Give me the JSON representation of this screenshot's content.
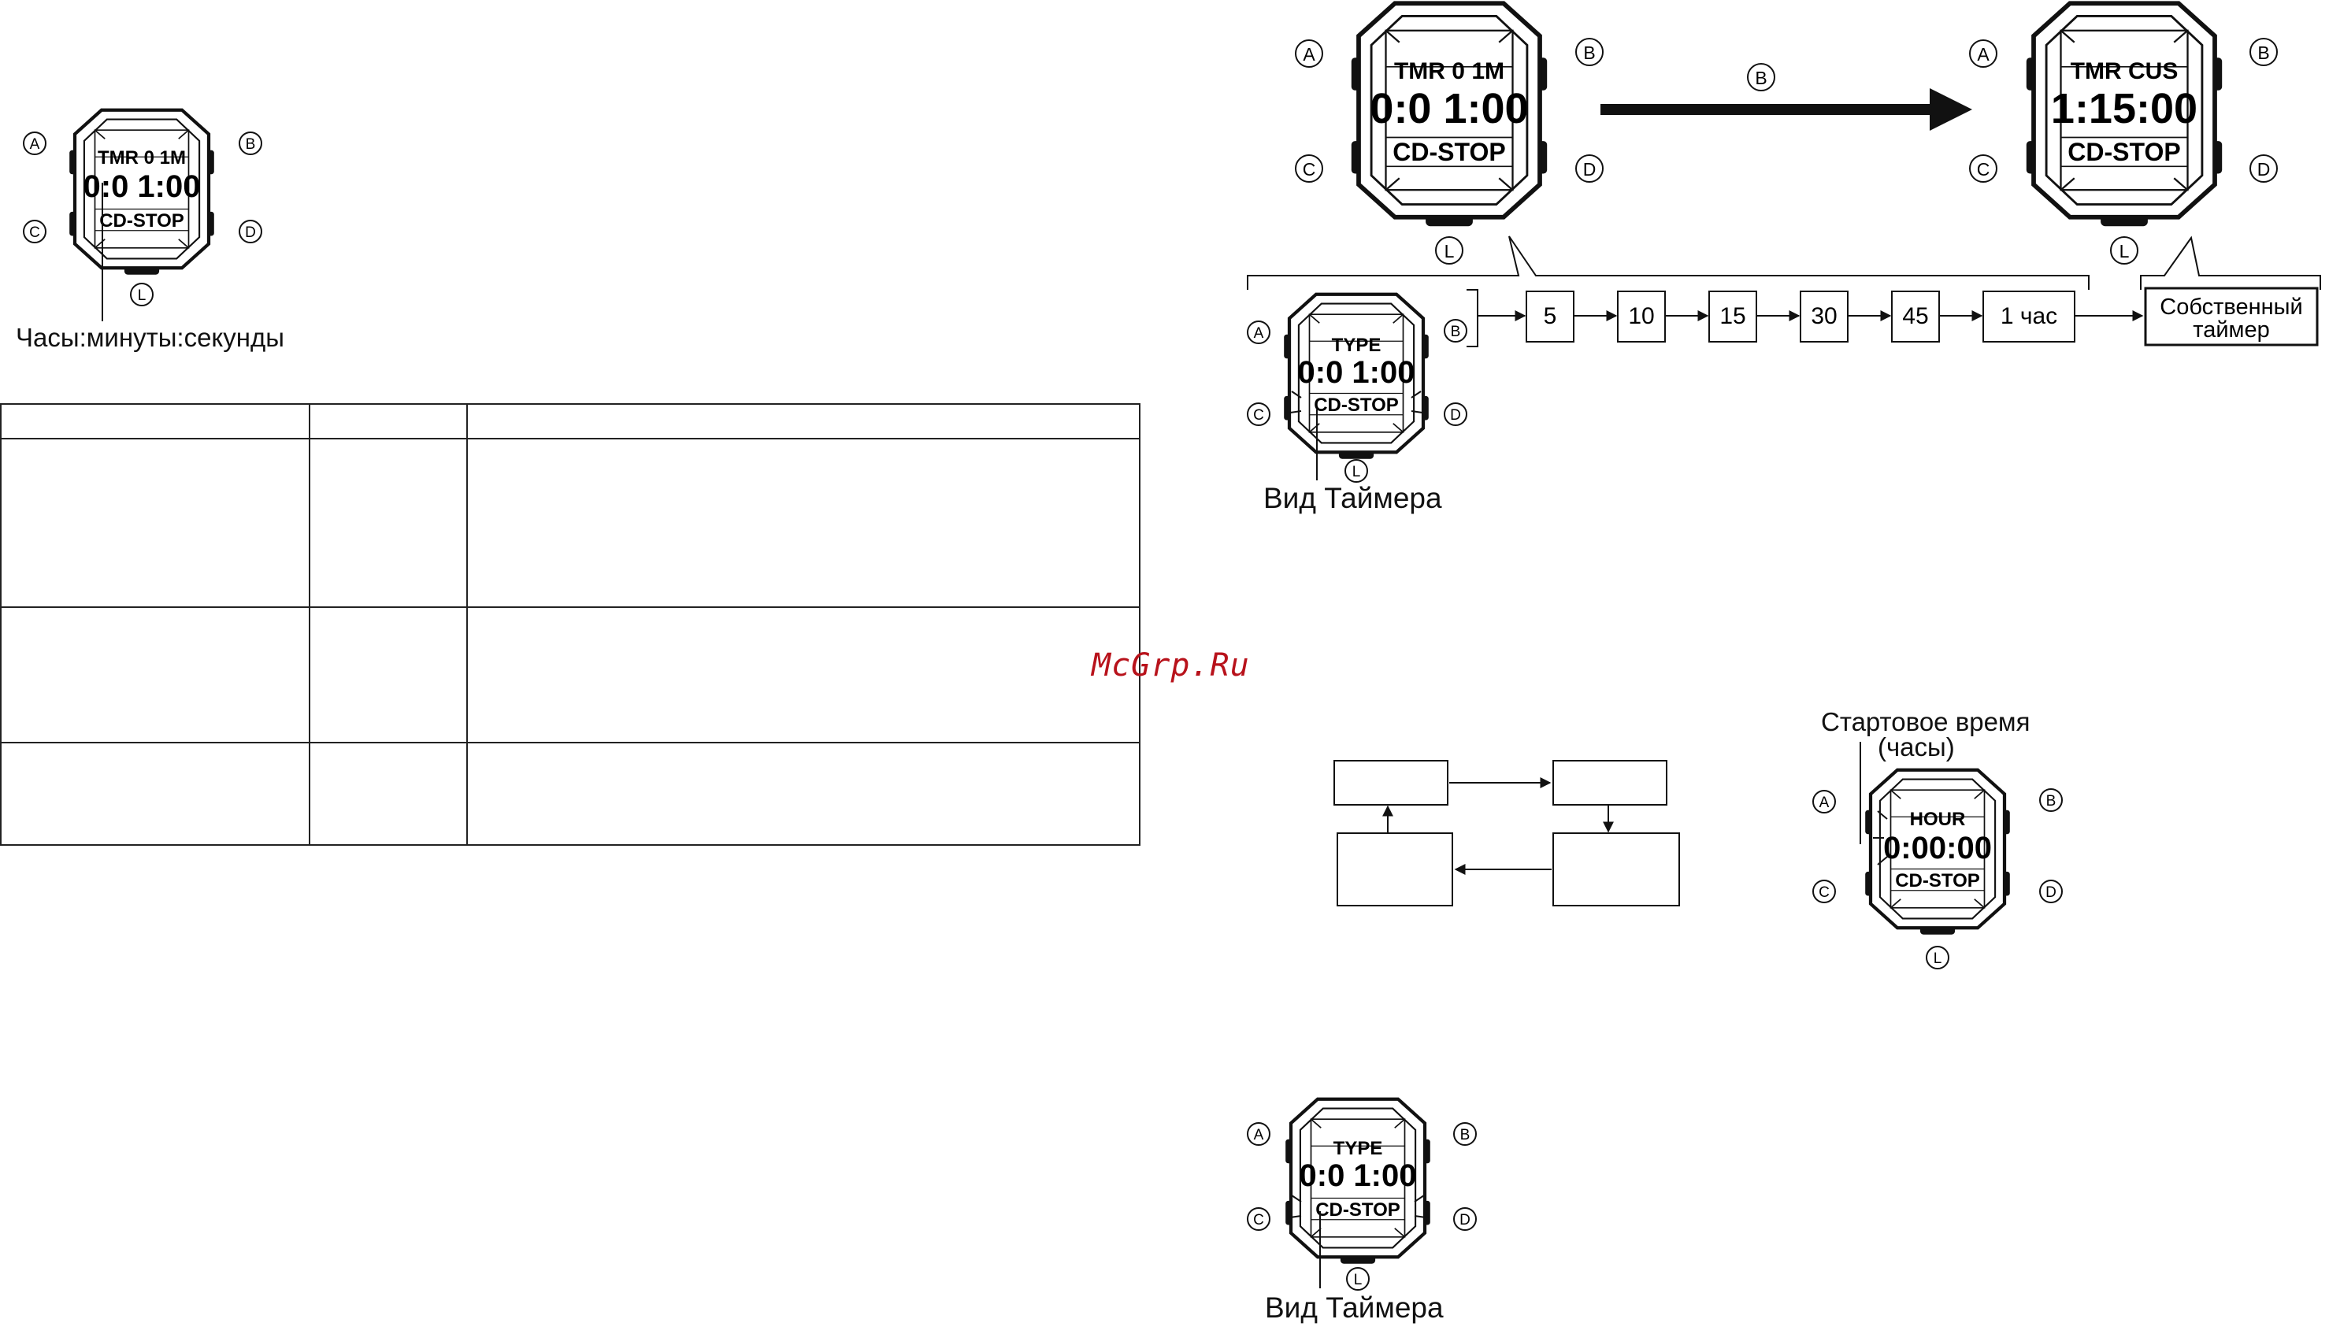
{
  "watermark": "McGrp.Ru",
  "labels": {
    "hms": "Часы:минуты:секунды",
    "timer_view": "Вид Таймера",
    "timer_view_2": "Вид Таймера",
    "start_time_line1": "Стартовое время",
    "start_time_line2": "(часы)"
  },
  "buttons": {
    "a": "A",
    "b": "B",
    "c": "C",
    "d": "D",
    "l": "L"
  },
  "arrow_label": "B",
  "watch1": {
    "top": "TMR 0 1M",
    "main": "0:0 1:00",
    "bottom": "CD-STOP"
  },
  "watch2": {
    "top": "TMR 0 1M",
    "main": "0:0 1:00",
    "bottom": "CD-STOP"
  },
  "watch3": {
    "top": "TMR CUS",
    "main": "1:15:00",
    "bottom": "CD-STOP"
  },
  "watch4": {
    "top": "TYPE",
    "main": "0:0 1:00",
    "bottom": "CD-STOP"
  },
  "watch5": {
    "top": "HOUR",
    "main": "0:00:00",
    "bottom": "CD-STOP"
  },
  "watch6": {
    "top": "TYPE",
    "main": "0:0 1:00",
    "bottom": "CD-STOP"
  },
  "sequence": [
    "5",
    "10",
    "15",
    "30",
    "45",
    "1 час"
  ],
  "custom_timer": {
    "line1": "Собственный",
    "line2": "таймер"
  }
}
